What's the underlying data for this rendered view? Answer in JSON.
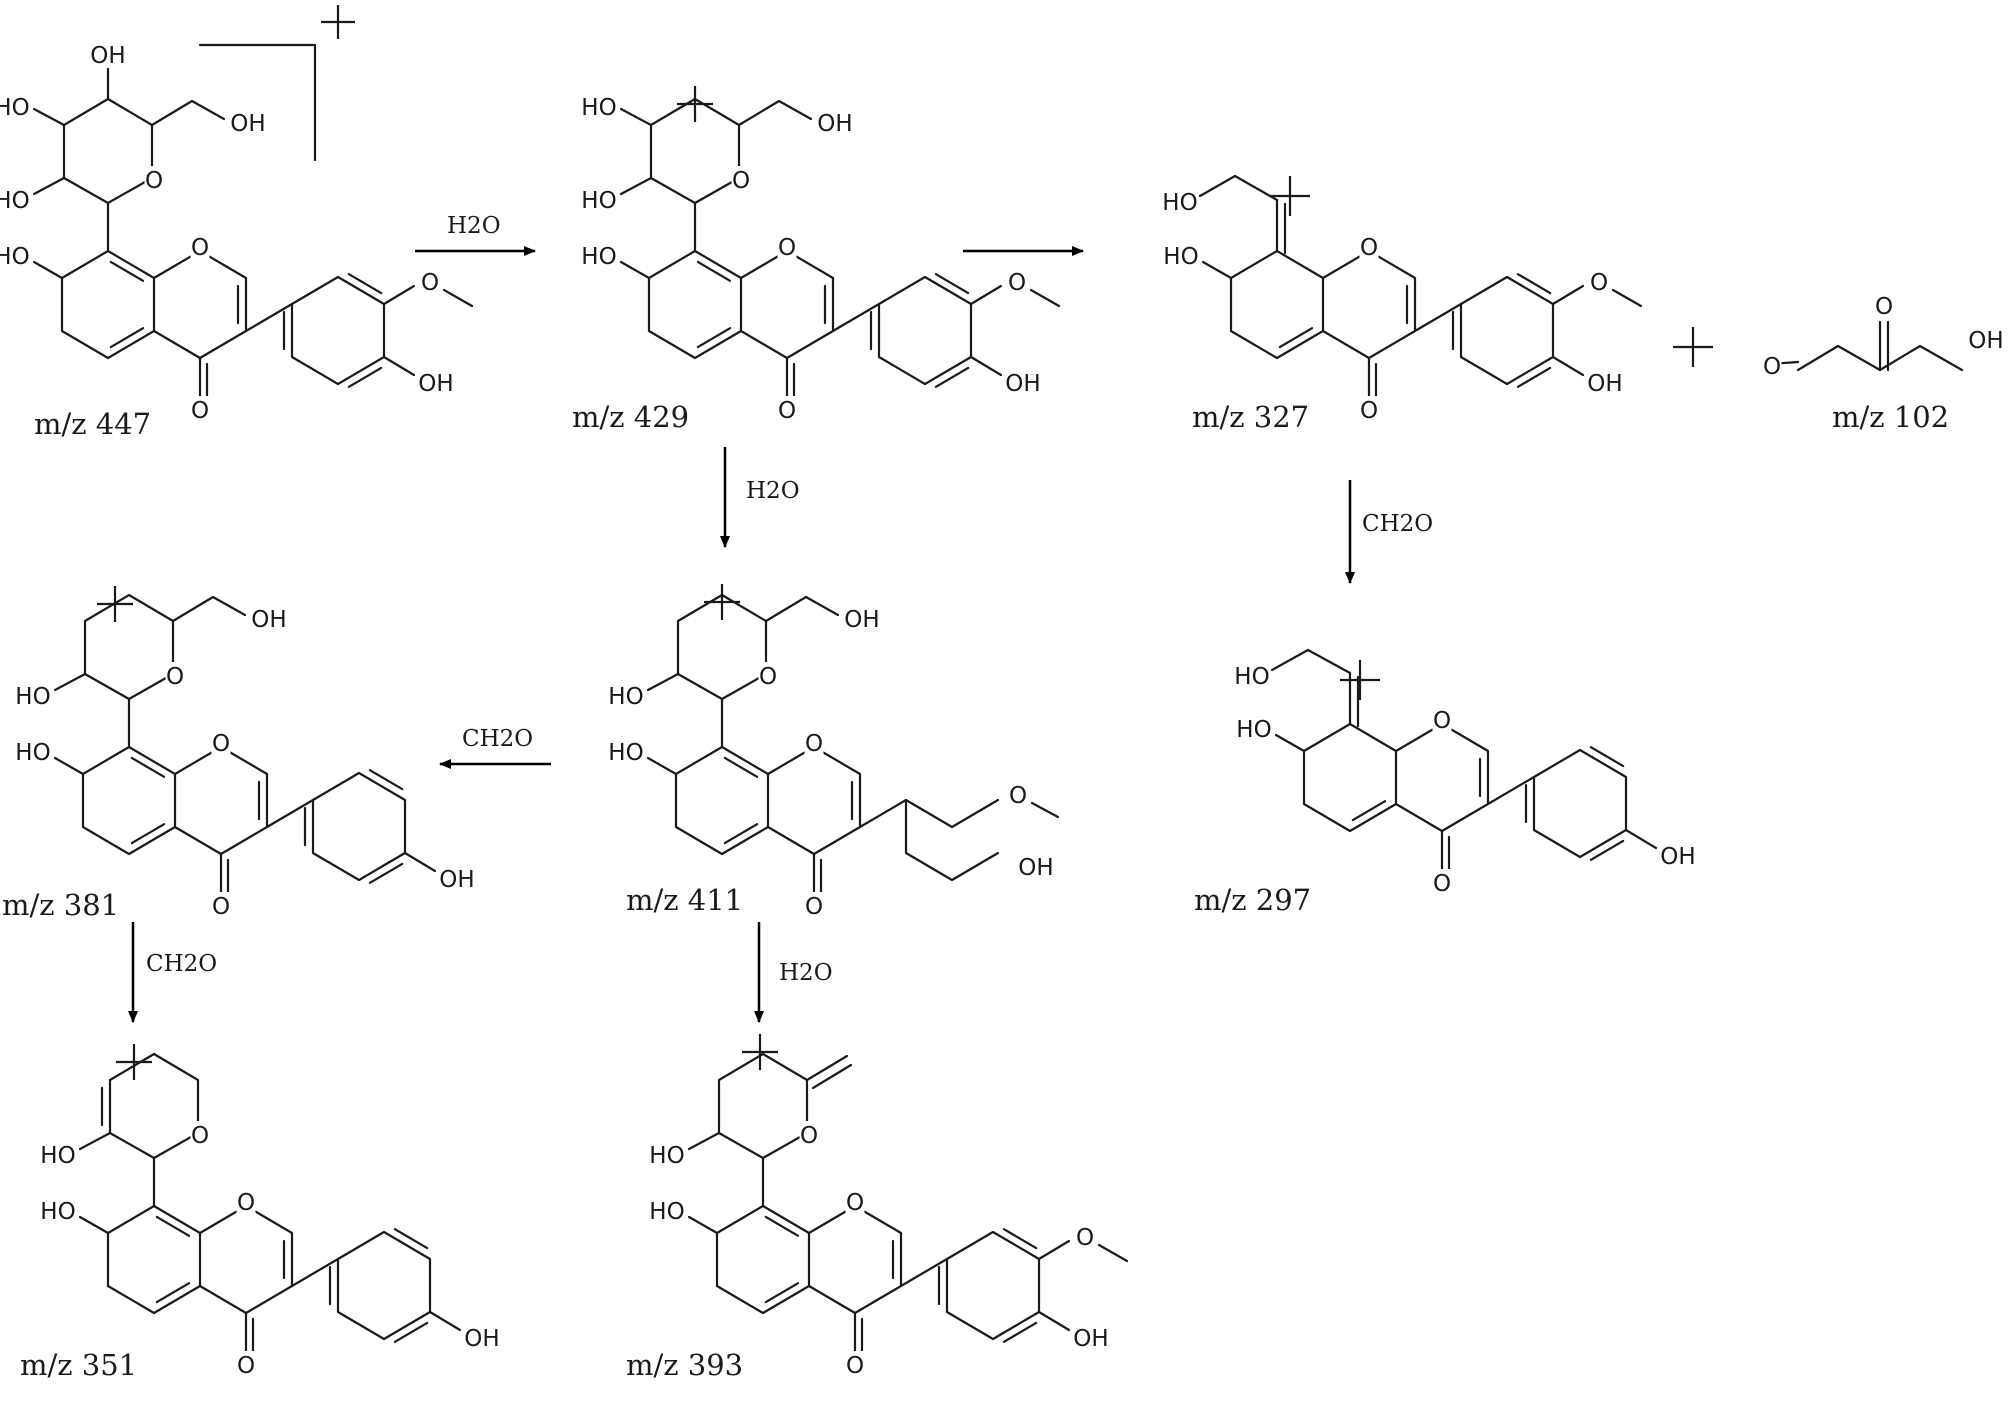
{
  "labels": {
    "hydroxyl": "OH",
    "hydroxyl_left": "HO",
    "ring_oxygen": "O"
  },
  "fragments": [
    {
      "id": "m447",
      "mz": "m/z 447"
    },
    {
      "id": "m429",
      "mz": "m/z 429"
    },
    {
      "id": "m327",
      "mz": "m/z 327"
    },
    {
      "id": "m102",
      "mz": "m/z 102"
    },
    {
      "id": "m411",
      "mz": "m/z 411"
    },
    {
      "id": "m381",
      "mz": "m/z 381"
    },
    {
      "id": "m297",
      "mz": "m/z 297"
    },
    {
      "id": "m351",
      "mz": "m/z 351"
    },
    {
      "id": "m393",
      "mz": "m/z 393"
    }
  ],
  "reactions": [
    {
      "id": "r1",
      "from": "m447",
      "to": "m429",
      "label": "H2O"
    },
    {
      "id": "r2",
      "from": "m429",
      "to": "m327",
      "label": ""
    },
    {
      "id": "r3",
      "from": "m429",
      "to": "m411",
      "label": "H2O"
    },
    {
      "id": "r4",
      "from": "m327",
      "to": "m297",
      "label": "CH2O"
    },
    {
      "id": "r5",
      "from": "m411",
      "to": "m381",
      "label": "CH2O"
    },
    {
      "id": "r6",
      "from": "m381",
      "to": "m351",
      "label": "CH2O"
    },
    {
      "id": "r7",
      "from": "m411",
      "to": "m393",
      "label": "H2O"
    }
  ],
  "byproduct_plus": "+"
}
